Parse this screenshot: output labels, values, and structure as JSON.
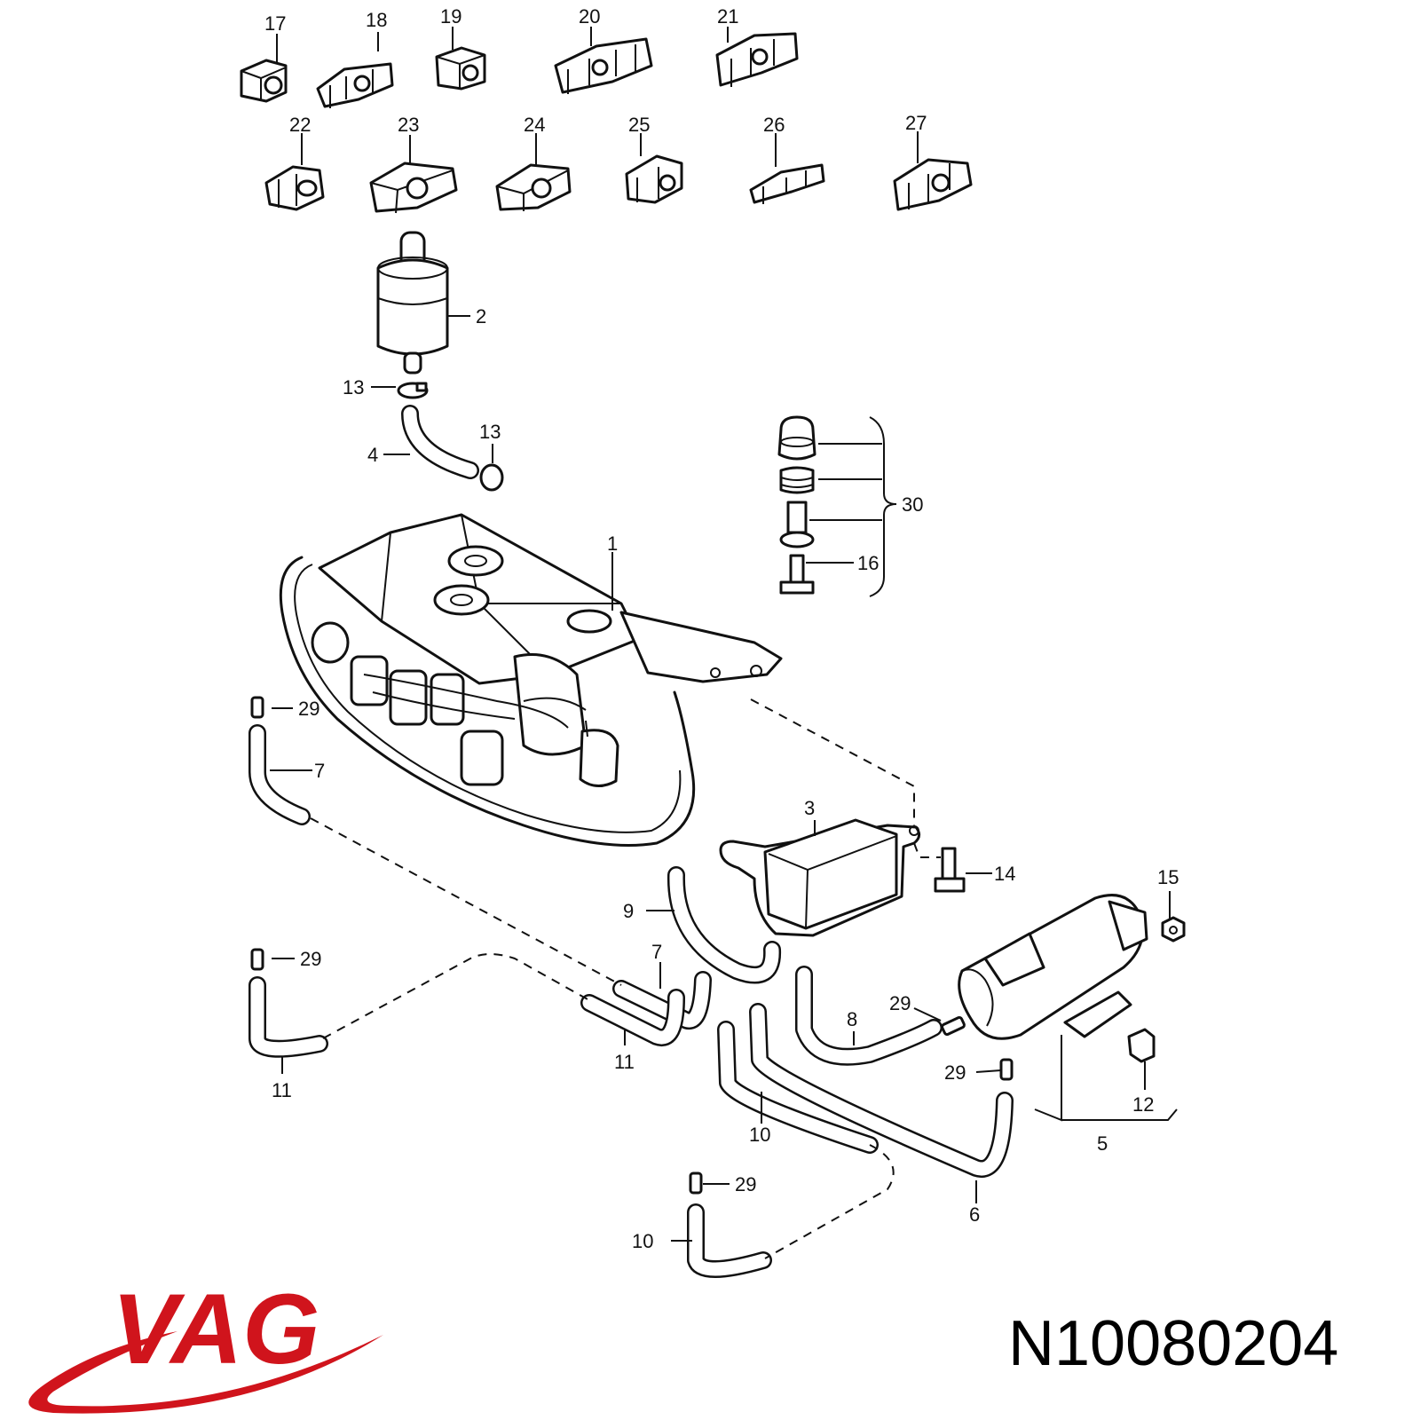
{
  "brand": {
    "name": "VAG",
    "color": "#d0141c"
  },
  "part_number": "N10080204",
  "callouts": {
    "c1": "1",
    "c2": "2",
    "c3": "3",
    "c4": "4",
    "c5": "5",
    "c6": "6",
    "c7a": "7",
    "c7b": "7",
    "c8": "8",
    "c9": "9",
    "c10a": "10",
    "c10b": "10",
    "c11a": "11",
    "c11b": "11",
    "c12": "12",
    "c13a": "13",
    "c13b": "13",
    "c14": "14",
    "c15": "15",
    "c16": "16",
    "c17": "17",
    "c18": "18",
    "c19": "19",
    "c20": "20",
    "c21": "21",
    "c22": "22",
    "c23": "23",
    "c24": "24",
    "c25": "25",
    "c26": "26",
    "c27": "27",
    "c29a": "29",
    "c29b": "29",
    "c29c": "29",
    "c29d": "29",
    "c29e": "29",
    "c30": "30"
  }
}
